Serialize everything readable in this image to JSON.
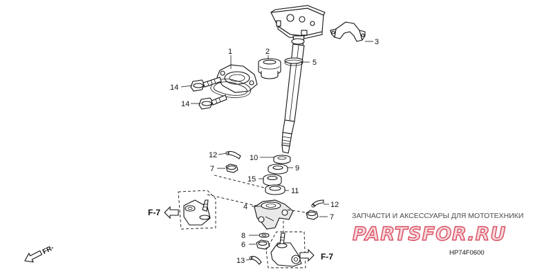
{
  "diagram_code": "HP74F0600",
  "watermark": {
    "top_text": "ЗАПЧАСТИ И АКСЕССУАРЫ ДЛЯ МОТОТЕХНИКИ",
    "logo_text": "PARTSFOR.RU"
  },
  "direction_label": "FR-",
  "refs": {
    "left": "F-7",
    "right": "F-7"
  },
  "callouts": {
    "c1": "1",
    "c2": "2",
    "c3": "3",
    "c4": "4",
    "c5": "5",
    "c6": "6",
    "c7a": "7",
    "c7b": "7",
    "c8": "8",
    "c9": "9",
    "c10": "10",
    "c11": "11",
    "c12a": "12",
    "c12b": "12",
    "c13": "13",
    "c14a": "14",
    "c14b": "14",
    "c15": "15"
  },
  "colors": {
    "logo_stroke": "#d94a5c",
    "logo_fill": "#f7d7dc",
    "ink": "#111111"
  }
}
